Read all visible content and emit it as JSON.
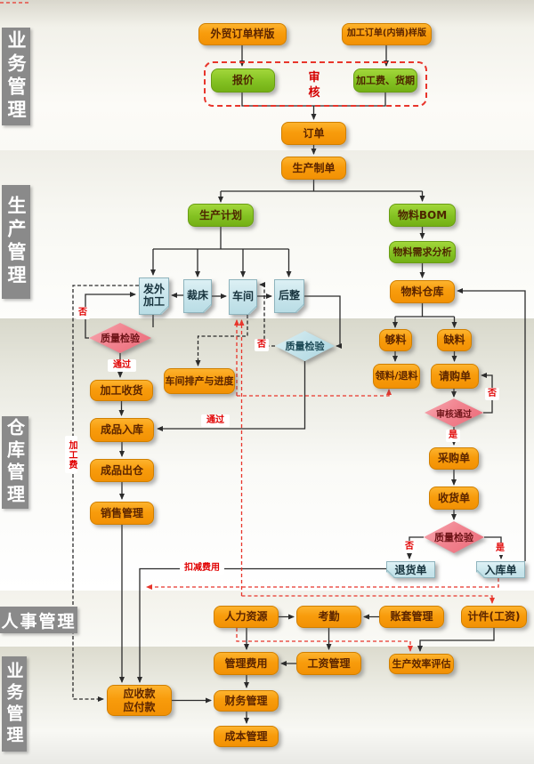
{
  "sections": [
    {
      "label": "业务管理"
    },
    {
      "label": "生产管理"
    },
    {
      "label": "仓库管理"
    },
    {
      "label": "人事管理"
    },
    {
      "label": "业务管理"
    }
  ],
  "nodes": {
    "trade_order": "外贸订单样版",
    "proc_order": "加工订单(内销)样版",
    "quote": "报价",
    "fee_delivery": "加工费、货期",
    "order": "订单",
    "prod_sheet": "生产制单",
    "prod_plan": "生产计划",
    "bom": "物料BOM",
    "mrp": "物料需求分析",
    "material_wh": "物料仓库",
    "outsource": "发外加工",
    "cutting": "裁床",
    "workshop": "车间",
    "finishing": "后整",
    "qc_left": "质量检验",
    "qc_mid": "质量检验",
    "qc_bottom": "质量检验",
    "shop_sched": "车间排产与进度",
    "proc_receive": "加工收货",
    "fg_in": "成品入库",
    "fg_out": "成品出仓",
    "sales": "销售管理",
    "enough": "够料",
    "lack": "缺料",
    "issue_return": "领料/退料",
    "purchase_req": "请购单",
    "audit_pass": "审核通过",
    "purchase_order": "采购单",
    "receipt_note": "收货单",
    "return_note": "退货单",
    "stockin_note": "入库单",
    "hr": "人力资源",
    "attendance": "考勤",
    "account_set": "账套管理",
    "piece_wage": "计件(工资)",
    "mgmt_fee": "管理费用",
    "wage_mgmt": "工资管理",
    "prod_eff": "生产效率评估",
    "recv_pay_1": "应收款",
    "recv_pay_2": "应付款",
    "finance": "财务管理",
    "cost": "成本管理"
  },
  "labels": {
    "review": "审核",
    "pass_left": "通过",
    "pass_mid": "通过",
    "no_left": "否",
    "no_mid": "否",
    "no_req": "否",
    "no_qc3": "否",
    "yes_audit": "是",
    "yes_qc3": "是",
    "proc_fee": "加工费",
    "deduct_fee": "扣减费用"
  },
  "colors": {
    "orange": "#F89C0C",
    "green": "#83C122",
    "doc_blue": "#C5E3EA",
    "diamond_pink": "#F18490",
    "diamond_blue": "#BFE0E8",
    "line_red": "#E8352B",
    "line_black": "#2B2B2B",
    "sidebar_gray": "#8A8A8A"
  }
}
